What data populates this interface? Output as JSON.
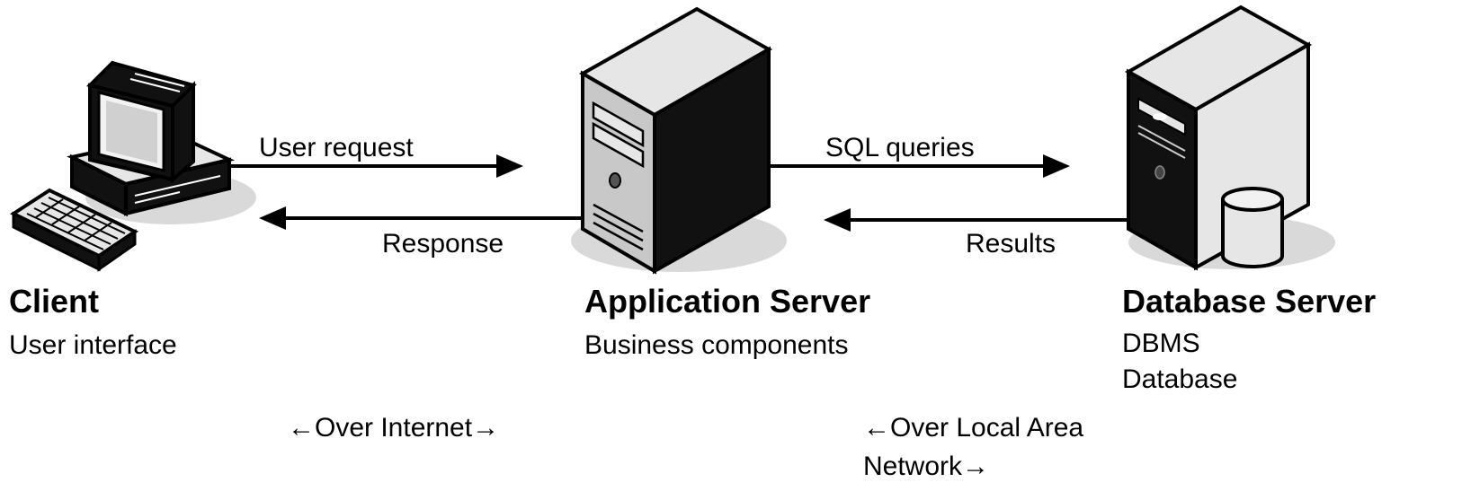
{
  "nodes": {
    "client": {
      "title": "Client",
      "lines": [
        "User interface"
      ],
      "icon": "desktop-computer-icon"
    },
    "app_server": {
      "title": "Application Server",
      "lines": [
        "Business components"
      ],
      "icon": "tower-server-icon"
    },
    "db_server": {
      "title": "Database Server",
      "lines": [
        "DBMS",
        "Database"
      ],
      "icon": "database-server-icon"
    }
  },
  "edges": {
    "user_request": "User request",
    "response": "Response",
    "sql_queries": "SQL queries",
    "results": "Results"
  },
  "networks": {
    "internet": "←Over Internet→",
    "lan_line1": "←Over Local Area",
    "lan_line2": "Network→"
  },
  "colors": {
    "stroke": "#000000",
    "shadow": "#d9d9d9",
    "light_face": "#e6e6e6",
    "mid_face": "#c8c8c8",
    "dark_face": "#111111"
  }
}
